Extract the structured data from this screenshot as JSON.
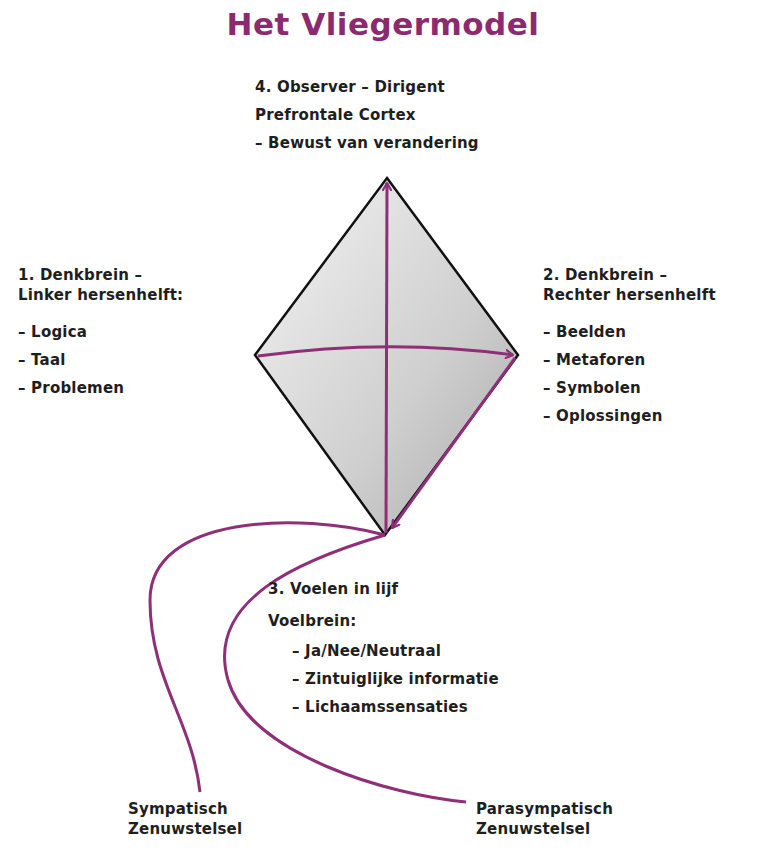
{
  "diagram": {
    "title": "Het Vliegermodel",
    "labels": [
      "4. Observer – Dirigent",
      "Prefrontale Cortex",
      "– Bewust van verandering",
      "1. Denkbrein – Linker hersenhelft:",
      "– Logica",
      "– Taal",
      "– Problemen",
      "2. Denkbrein – Rechter hersenhelft",
      "– Beelden",
      "– Metaforen",
      "– Symbolen",
      "– Oplossingen",
      "3. Voelen in lijf",
      "Voelbrein:",
      "– Ja/Nee/Neutraal",
      "– Zintuiglijke informatie",
      "– Lichaamssensaties",
      "Sympatisch Zenuwstelsel",
      "Parasympatisch Zenuwstelsel"
    ]
  }
}
